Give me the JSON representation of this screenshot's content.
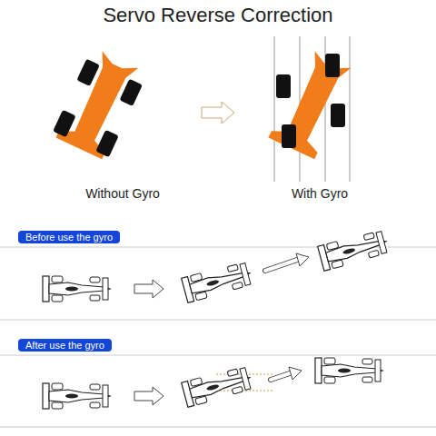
{
  "diagram": {
    "title": "Servo Reverse Correction",
    "nodes": [
      {
        "text": [
          "Before use the gyro"
        ]
      },
      {
        "text": [
          "After use the gyro"
        ]
      }
    ],
    "labels": [
      "Without Gyro",
      "With Gyro"
    ]
  }
}
